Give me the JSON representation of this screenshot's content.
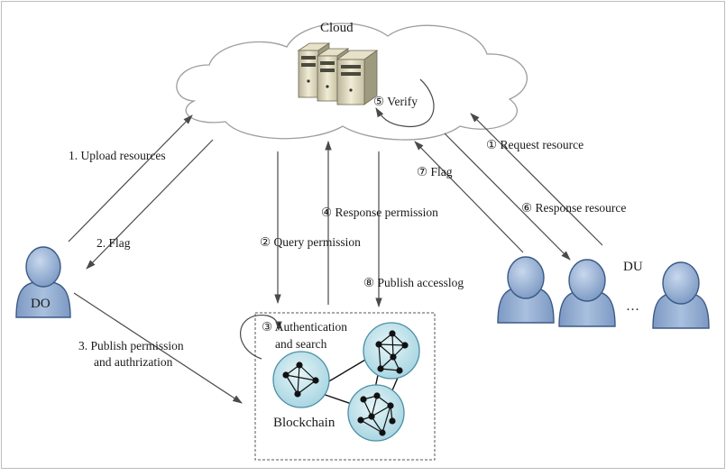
{
  "nodes": {
    "cloud": "Cloud",
    "verify": "⑤ Verify",
    "do": "DO",
    "du": "DU",
    "du_ellipsis": "…",
    "blockchain": "Blockchain",
    "auth_line1": "③ Authentication",
    "auth_line2": "and search"
  },
  "edges": {
    "upload": "1. Upload resources",
    "flag_do": "2. Flag",
    "publish_perm_line1": "3. Publish permission",
    "publish_perm_line2": "and authrization",
    "query": "② Query  permission",
    "response_perm": "④ Response permission",
    "publish_log": "⑧ Publish accesslog",
    "request": "① Request resource",
    "flag_du": "⑦ Flag",
    "response_res": "⑥ Response resource"
  },
  "colors": {
    "person_fill": "#8aa6cc",
    "person_stroke": "#3c5a86",
    "chain_fill": "#c6e6ee",
    "chain_stroke": "#4a8fa5",
    "arrow": "#4a4a4a"
  },
  "icons": [
    "cloud-icon",
    "server-icon",
    "person-icon",
    "blockchain-network-icon"
  ]
}
